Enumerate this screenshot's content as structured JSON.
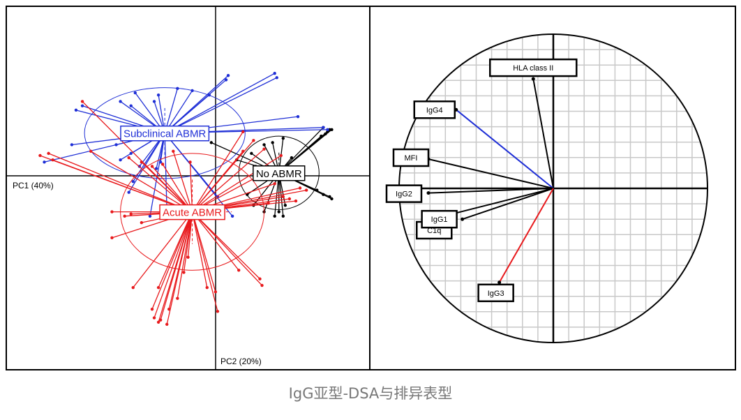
{
  "caption": "IgG亚型-DSA与排异表型",
  "colors": {
    "acute": "#e8191c",
    "subclinical": "#1f2fd6",
    "none": "#000000",
    "grid": "#c8c8c8",
    "frame": "#000000"
  },
  "chart_data": [
    {
      "type": "scatter",
      "subtype": "PCA individuals plot with group centroids and ellipses",
      "axis_labels": {
        "pc1": "PC1 (40%)",
        "pc2": "PC2 (20%)"
      },
      "xlim": [
        -5.0,
        3.6
      ],
      "ylim": [
        -4.5,
        3.9
      ],
      "grid": false,
      "series": [
        {
          "name": "Subclinical ABMR",
          "color": "#1f2fd6",
          "centroid": [
            -1.25,
            0.97
          ],
          "ellipse": {
            "rx": 1.9,
            "ry": 1.05
          },
          "points": [
            [
              1.4,
              2.25
            ],
            [
              1.35,
              2.35
            ],
            [
              0.2,
              2.2
            ],
            [
              0.25,
              2.3
            ],
            [
              -0.6,
              1.95
            ],
            [
              -0.2,
              1.85
            ],
            [
              -0.95,
              2.0
            ],
            [
              -1.95,
              1.9
            ],
            [
              -2.3,
              1.7
            ],
            [
              -2.05,
              1.6
            ],
            [
              -3.2,
              1.6
            ],
            [
              -3.35,
              1.5
            ],
            [
              -1.5,
              1.7
            ],
            [
              -1.4,
              1.85
            ],
            [
              1.9,
              1.35
            ],
            [
              2.5,
              1.1
            ],
            [
              2.6,
              1.05
            ],
            [
              -4.1,
              0.3
            ],
            [
              -3.45,
              0.7
            ],
            [
              -2.4,
              0.7
            ],
            [
              -2.05,
              0.5
            ],
            [
              -2.3,
              0.35
            ],
            [
              -1.85,
              0.2
            ],
            [
              -1.45,
              0.15
            ],
            [
              -1.35,
              0.3
            ],
            [
              -2.0,
              -0.15
            ],
            [
              -2.1,
              -0.4
            ],
            [
              -1.2,
              -0.85
            ],
            [
              -1.6,
              -0.95
            ],
            [
              0.35,
              -0.95
            ],
            [
              0.0,
              -0.5
            ]
          ]
        },
        {
          "name": "Acute ABMR",
          "color": "#e8191c",
          "centroid": [
            -0.6,
            -0.85
          ],
          "ellipse": {
            "rx": 1.7,
            "ry": 1.35
          },
          "points": [
            [
              -3.2,
              1.7
            ],
            [
              -4.2,
              0.45
            ],
            [
              -3.9,
              0.35
            ],
            [
              -4.0,
              0.5
            ],
            [
              -3.0,
              0.55
            ],
            [
              -2.1,
              0.4
            ],
            [
              -1.8,
              0.3
            ],
            [
              -1.55,
              0.2
            ],
            [
              -1.3,
              0.25
            ],
            [
              -0.65,
              0.3
            ],
            [
              -1.05,
              0.55
            ],
            [
              0.6,
              1.0
            ],
            [
              0.85,
              0.8
            ],
            [
              1.1,
              0.6
            ],
            [
              0.6,
              0.55
            ],
            [
              1.5,
              0.45
            ],
            [
              1.3,
              0.15
            ],
            [
              -2.5,
              -0.85
            ],
            [
              -2.2,
              -0.95
            ],
            [
              -2.05,
              -0.9
            ],
            [
              -1.8,
              -1.1
            ],
            [
              -2.5,
              -1.45
            ],
            [
              -0.7,
              -1.9
            ],
            [
              -0.8,
              -2.25
            ],
            [
              -1.4,
              -2.6
            ],
            [
              -2.0,
              -2.6
            ],
            [
              -1.55,
              -3.1
            ],
            [
              -1.5,
              -3.3
            ],
            [
              -1.35,
              -3.35
            ],
            [
              -1.4,
              -3.4
            ],
            [
              -1.2,
              -3.45
            ],
            [
              -1.15,
              -3.1
            ],
            [
              -0.95,
              -2.85
            ],
            [
              0.0,
              -3.15
            ],
            [
              -0.05,
              -2.7
            ],
            [
              -0.25,
              -2.6
            ],
            [
              0.5,
              -2.2
            ],
            [
              1.0,
              -2.4
            ],
            [
              1.05,
              -2.55
            ],
            [
              1.85,
              -0.6
            ],
            [
              1.7,
              -0.55
            ],
            [
              1.55,
              -0.5
            ],
            [
              1.2,
              -0.65
            ],
            [
              2.1,
              -0.35
            ],
            [
              1.95,
              -0.3
            ],
            [
              1.35,
              -0.2
            ]
          ]
        },
        {
          "name": "No ABMR",
          "color": "#000000",
          "centroid": [
            1.45,
            0.05
          ],
          "ellipse": {
            "rx": 0.95,
            "ry": 0.85
          },
          "points": [
            [
              2.5,
              1.1
            ],
            [
              2.65,
              1.05
            ],
            [
              2.6,
              1.0
            ],
            [
              2.45,
              0.9
            ],
            [
              2.55,
              0.95
            ],
            [
              2.7,
              1.05
            ],
            [
              -0.15,
              0.75
            ],
            [
              0.45,
              0.35
            ],
            [
              0.9,
              0.2
            ],
            [
              0.8,
              0.5
            ],
            [
              1.1,
              0.7
            ],
            [
              1.3,
              0.75
            ],
            [
              1.55,
              0.85
            ],
            [
              1.75,
              0.4
            ],
            [
              2.5,
              -0.45
            ],
            [
              2.65,
              -0.5
            ],
            [
              2.7,
              -0.55
            ],
            [
              2.35,
              -0.35
            ],
            [
              1.95,
              -0.1
            ],
            [
              1.6,
              -0.7
            ],
            [
              1.45,
              -0.85
            ],
            [
              1.35,
              -0.95
            ],
            [
              1.1,
              -0.85
            ],
            [
              0.85,
              -0.7
            ],
            [
              1.55,
              -0.95
            ],
            [
              0.7,
              -0.45
            ]
          ]
        }
      ]
    },
    {
      "type": "scatter",
      "subtype": "PCA variables correlation circle",
      "xlim": [
        -1.0,
        1.0
      ],
      "ylim": [
        -1.0,
        1.0
      ],
      "grid": true,
      "variables": [
        {
          "name": "HLA class II",
          "x": -0.13,
          "y": 0.71,
          "color": "#000000"
        },
        {
          "name": "IgG4",
          "x": -0.63,
          "y": 0.51,
          "color": "#1f2fd6"
        },
        {
          "name": "MFI",
          "x": -0.81,
          "y": 0.19,
          "color": "#000000"
        },
        {
          "name": "IgG2",
          "x": -0.81,
          "y": -0.03,
          "color": "#000000"
        },
        {
          "name": "C1q",
          "x": -0.75,
          "y": -0.19,
          "color": "#000000"
        },
        {
          "name": "IgG1",
          "x": -0.59,
          "y": -0.2,
          "color": "#000000"
        },
        {
          "name": "IgG3",
          "x": -0.35,
          "y": -0.61,
          "color": "#e8191c"
        }
      ]
    }
  ]
}
